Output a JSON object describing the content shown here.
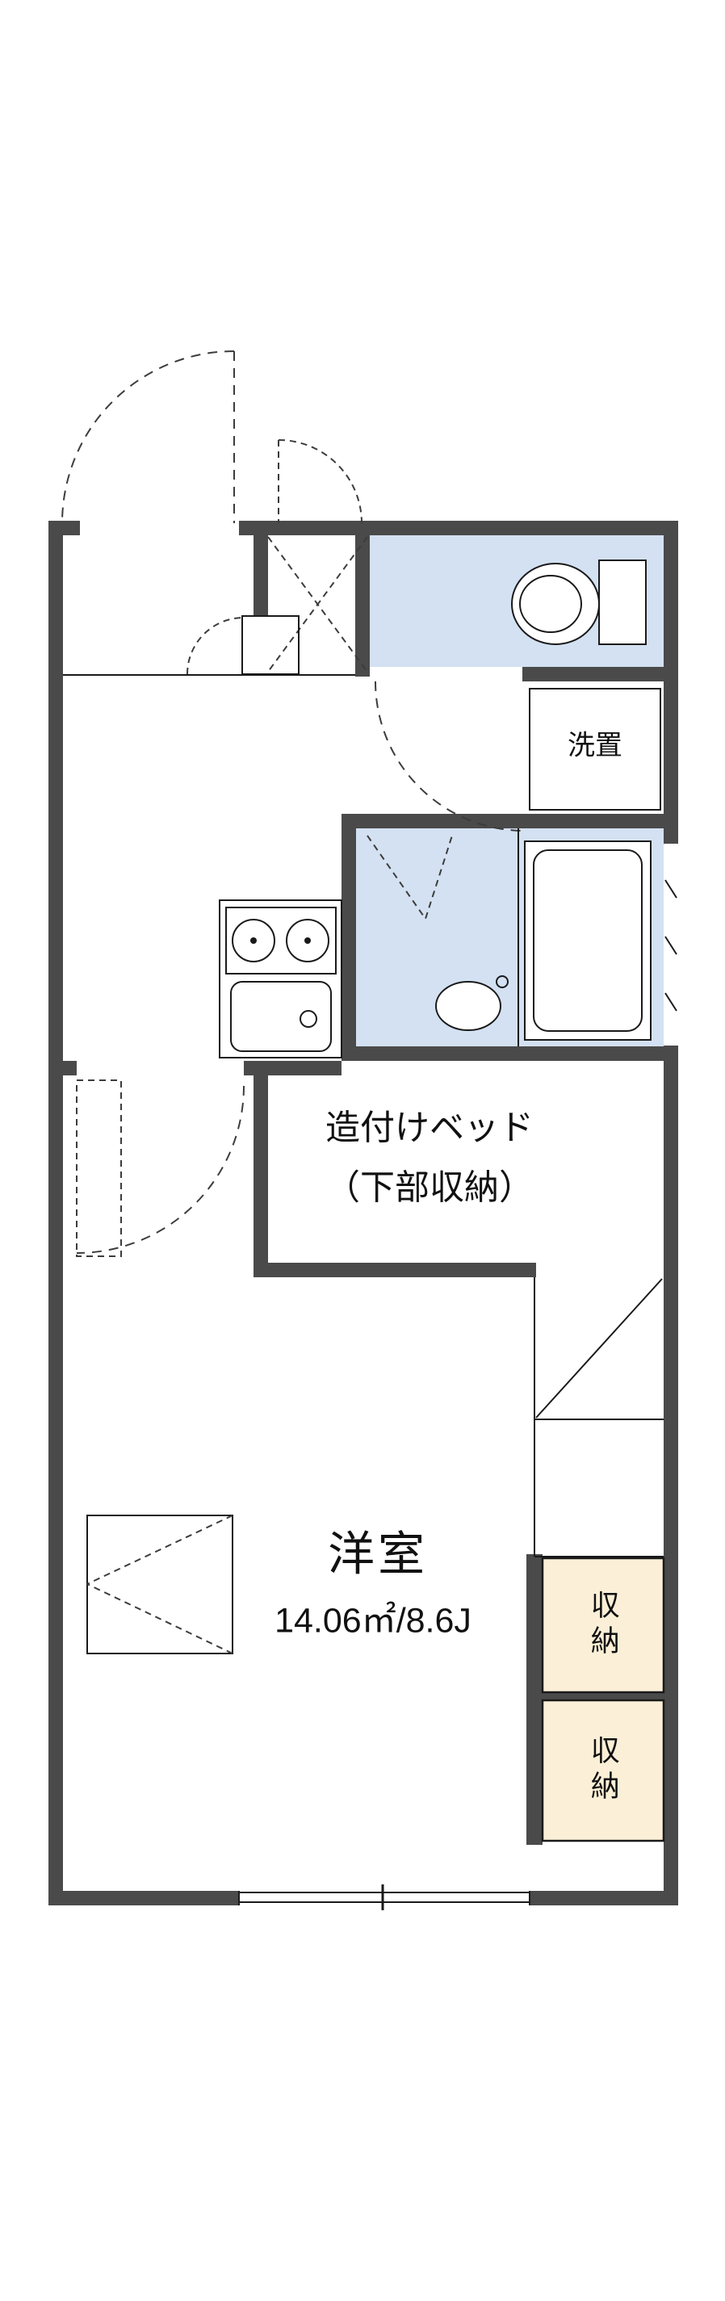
{
  "floorplan": {
    "labels": {
      "washer": "洗置",
      "bed_line1": "造付けベッド",
      "bed_line2": "（下部収納）",
      "room_name": "洋室",
      "room_area": "14.06㎡/8.6J",
      "storage_upper": "収納",
      "storage_lower": "収納"
    },
    "colors": {
      "wall": "#4a4a4a",
      "water_area": "#d3e1f2",
      "storage_fill": "#fbf0d7",
      "line": "#1a1a1a",
      "background": "#ffffff"
    },
    "fixtures": [
      "toilet-icon",
      "bathtub-icon",
      "washbasin-oval-icon",
      "stove-2-burner-icon",
      "kitchen-sink-icon",
      "door-swing-arc-icon",
      "window-symbol-icon"
    ]
  }
}
